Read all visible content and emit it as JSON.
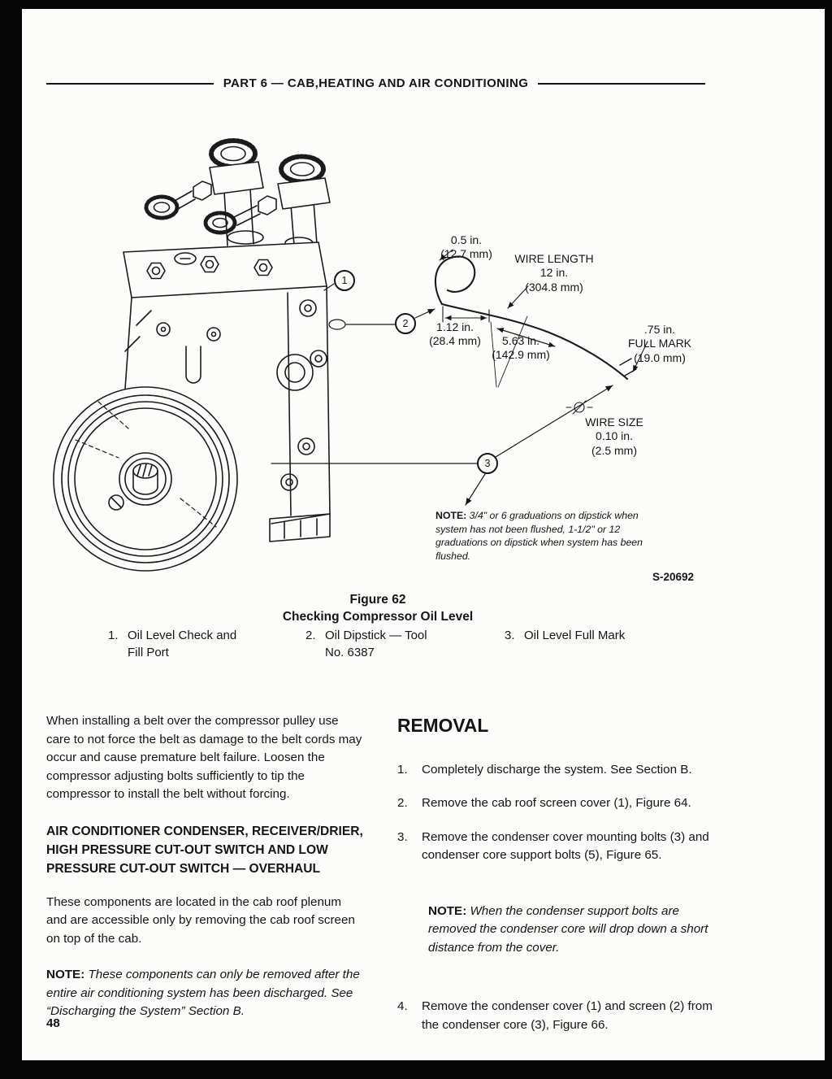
{
  "header": {
    "title": "PART 6 — CAB,HEATING AND AIR CONDITIONING"
  },
  "figure": {
    "callouts": {
      "c1": "1",
      "c2": "2",
      "c3": "3"
    },
    "labels": {
      "dim_half_inch": "0.5 in.\n(12.7 mm)",
      "wire_length": "WIRE LENGTH\n12 in.\n(304.8 mm)",
      "dim_1_12": "1.12 in.\n(28.4 mm)",
      "dim_5_63": "5.63 in.\n(142.9 mm)",
      "full_mark": ".75 in.\nFULL MARK\n(19.0 mm)",
      "wire_size": "WIRE SIZE\n0.10 in.\n(2.5 mm)"
    },
    "note_label": "NOTE:",
    "note_text": " 3/4\" or 6 graduations on dipstick when system has not been flushed, 1-1/2\" or 12 graduations on dipstick when system has been flushed.",
    "code": "S-20692",
    "title": "Figure 62",
    "subtitle": "Checking Compressor Oil Level",
    "legend": [
      {
        "num": "1.",
        "text": "Oil Level Check and\nFill Port"
      },
      {
        "num": "2.",
        "text": "Oil Dipstick — Tool\nNo. 6387"
      },
      {
        "num": "3.",
        "text": "Oil Level Full Mark"
      }
    ]
  },
  "left_column": {
    "para1": "When installing a belt over the compressor pulley use care to not force the belt as damage to the belt cords may occur and cause premature belt failure. Loosen the compressor adjusting bolts sufficiently to tip the compressor to install the belt without forcing.",
    "heading": "AIR CONDITIONER CONDENSER, RECEIVER/DRIER, HIGH PRESSURE CUT-OUT SWITCH AND LOW PRESSURE CUT-OUT SWITCH — OVERHAUL",
    "para2": "These components are located in the cab roof plenum and are accessible only by removing the cab roof screen on top of the cab.",
    "note_label": "NOTE:",
    "note_text": " These components can only be removed after the entire air conditioning system has been discharged. See “Discharging the System” Section B."
  },
  "right_column": {
    "heading": "REMOVAL",
    "items": [
      {
        "num": "1.",
        "text": "Completely discharge the system. See Section B."
      },
      {
        "num": "2.",
        "text": "Remove the cab roof screen cover (1), Figure 64."
      },
      {
        "num": "3.",
        "text": "Remove the condenser cover mounting bolts (3) and condenser core support bolts (5), Figure 65."
      }
    ],
    "note_label": "NOTE:",
    "note_text": " When the condenser support bolts are removed the condenser core will drop down a short distance from the cover.",
    "item4": {
      "num": "4.",
      "text": "Remove the condenser cover (1) and screen (2) from the condenser core (3), Figure 66."
    }
  },
  "page": {
    "number": "48"
  }
}
